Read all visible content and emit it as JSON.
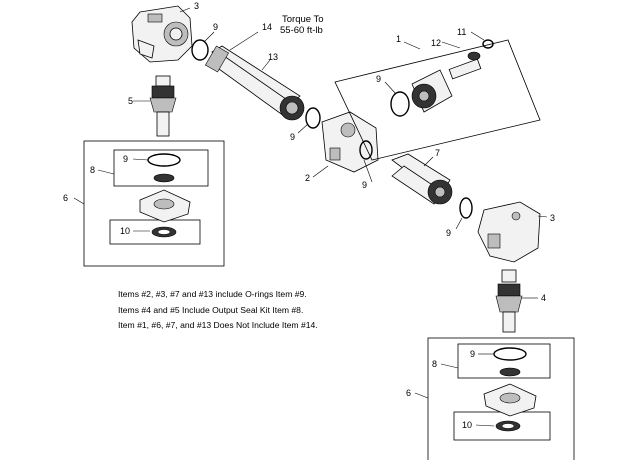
{
  "torque_note": {
    "line1": "Torque To",
    "line2": "55-60 ft-lb"
  },
  "callouts": {
    "c1": "1",
    "c2": "2",
    "c3a": "3",
    "c3b": "3",
    "c4": "4",
    "c5": "5",
    "c6a": "6",
    "c6b": "6",
    "c7": "7",
    "c8a": "8",
    "c8b": "8",
    "c9a": "9",
    "c9b": "9",
    "c9c": "9",
    "c9d": "9",
    "c9e": "9",
    "c9f": "9",
    "c9g": "9",
    "c10a": "10",
    "c10b": "10",
    "c11": "11",
    "c12": "12",
    "c13": "13",
    "c14": "14"
  },
  "notes": [
    "Items #2, #3, #7 and #13 include O-rings Item #9.",
    "Items #4 and #5 Include Output Seal Kit Item #8.",
    "Item #1, #6, #7, and #13 Does Not Include Item #14."
  ]
}
